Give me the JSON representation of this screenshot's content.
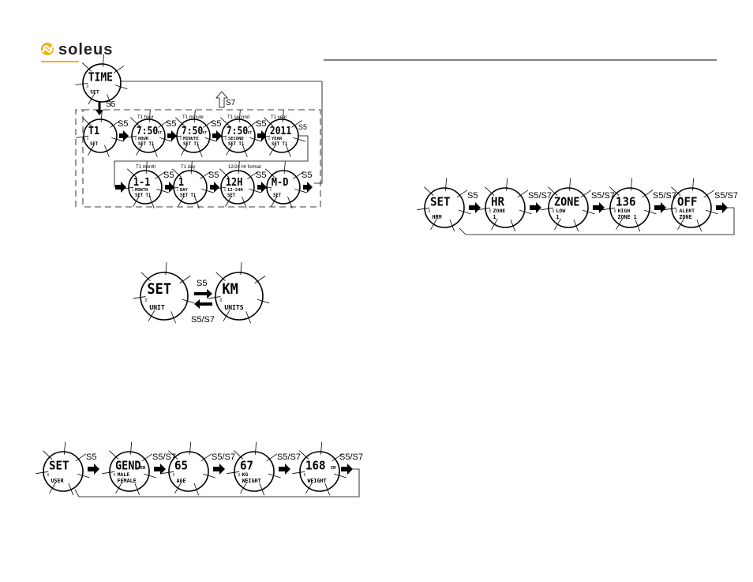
{
  "brand": {
    "name": "soleus"
  },
  "time_diagram": {
    "start": {
      "big": "TIME",
      "small": "SET",
      "exit_label": "S7"
    },
    "enter_label": "S5",
    "row1": [
      {
        "big": "T1",
        "l1": "",
        "l2": "SET",
        "caption": "",
        "arrow": "S5"
      },
      {
        "big": "7:50",
        "sup": "ST",
        "l1": "HOUR",
        "l2": "SET T1",
        "caption": "T1 hour",
        "arrow": "S5"
      },
      {
        "big": "7:50",
        "sup": "ST",
        "l1": "MINUTE",
        "l2": "SET T1",
        "caption": "T1 minute",
        "arrow": "S5"
      },
      {
        "big": "7:50",
        "sup": "ST",
        "l1": "SECOND",
        "l2": "SET T1",
        "caption": "T1 second",
        "arrow": "S5"
      },
      {
        "big": "2011",
        "l1": "YEAR",
        "l2": "SET T1",
        "caption": "T1 year",
        "arrow": "S5"
      }
    ],
    "row2": [
      {
        "big": "1-1",
        "l1": "MONTH",
        "l2": "SET T1",
        "caption": "T1 month",
        "arrow": "S5"
      },
      {
        "big": "1",
        "l1": "DAY",
        "l2": "SET T1",
        "caption": "T1 day",
        "arrow": "S5"
      },
      {
        "big": "12H",
        "l1": "12-24H",
        "l2": "SET",
        "caption": "12/24 Hr format",
        "arrow": "S5"
      },
      {
        "big": "M-D",
        "l1": "",
        "l2": "SET",
        "caption": "",
        "arrow": "S5"
      }
    ]
  },
  "units_diagram": {
    "left": {
      "big": "SET",
      "small": "UNIT"
    },
    "right": {
      "big": "KM",
      "small": "UNITS"
    },
    "top_label": "S5",
    "bottom_label": "S5/S7"
  },
  "user_diagram": {
    "items": [
      {
        "big": "SET",
        "l1": "",
        "l2": "USER"
      },
      {
        "big": "GEND",
        "sup": "ER",
        "l1": "MALE",
        "l2": "FEMALE"
      },
      {
        "big": "65",
        "l1": "",
        "l2": "AGE"
      },
      {
        "big": "67",
        "l1": "KG",
        "l2": "WEIGHT"
      },
      {
        "big": "168",
        "sup": "CM",
        "l1": "",
        "l2": "WEIGHT"
      }
    ],
    "arrows": [
      "S5",
      "S5/S7",
      "S5/S7",
      "S5/S7",
      "S5/S7"
    ]
  },
  "hr_diagram": {
    "items": [
      {
        "big": "SET",
        "l1": "",
        "l2": "HRM"
      },
      {
        "big": "HR",
        "l1": "ZONE",
        "l2": "1"
      },
      {
        "big": "ZONE",
        "l1": "LOW",
        "l2": "1"
      },
      {
        "big": "136",
        "l1": "HIGH",
        "l2": "ZONE 1"
      },
      {
        "big": "OFF",
        "l1": "ALERT",
        "l2": "ZONE"
      }
    ],
    "arrows": [
      "S5",
      "S5/S7",
      "S5/S7",
      "S5/S7",
      "S5/S7"
    ]
  }
}
